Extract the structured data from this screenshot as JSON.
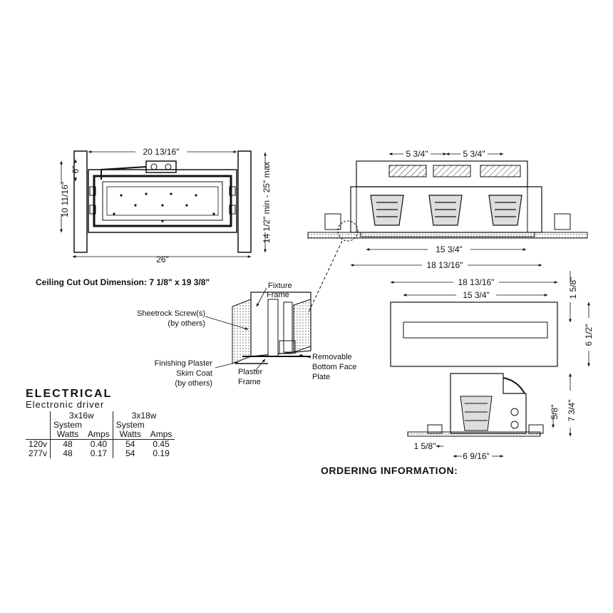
{
  "dimensions": {
    "top_width": "20 13/16\"",
    "bottom_width": "26\"",
    "left_outer": "10 11/16\"",
    "left_inner": "6\"",
    "right_range": "14 1/2\" min - 25\" max",
    "side_pitch_1": "5 3/4\"",
    "side_pitch_2": "5 3/4\"",
    "side_inner": "15 3/4\"",
    "side_outer": "18 13/16\"",
    "face_outer": "18 13/16\"",
    "face_inner": "15 3/4\"",
    "face_edge": "1 5/8\"",
    "face_height": "6 1/2\"",
    "end_left": "1 5/8\"",
    "end_bottom": "6 9/16\"",
    "end_small": "5/8\"",
    "end_height": "7 3/4\""
  },
  "cutout": "Ceiling Cut Out Dimension: 7 1/8\" x 19 3/8\"",
  "callouts": {
    "fixture_frame_1": "Fixture",
    "fixture_frame_2": "Frame",
    "sheetrock_1": "Sheetrock Screw(s)",
    "sheetrock_2": "(by others)",
    "finishing_1": "Finishing Plaster",
    "finishing_2": "Skim Coat",
    "finishing_3": "(by others)",
    "plaster_1": "Plaster",
    "plaster_2": "Frame",
    "removable_1": "Removable",
    "removable_2": "Bottom Face",
    "removable_3": "Plate"
  },
  "electrical": {
    "title": "ELECTRICAL",
    "subtitle": "Electronic driver",
    "col_group_1": "3x16w",
    "col_group_2": "3x18w",
    "system": "System",
    "watts": "Watts",
    "amps": "Amps",
    "rows": [
      {
        "voltage": "120v",
        "w1": "48",
        "a1": "0.40",
        "w2": "54",
        "a2": "0.45"
      },
      {
        "voltage": "277v",
        "w1": "48",
        "a1": "0.17",
        "w2": "54",
        "a2": "0.19"
      }
    ]
  },
  "ordering": "ORDERING INFORMATION:"
}
